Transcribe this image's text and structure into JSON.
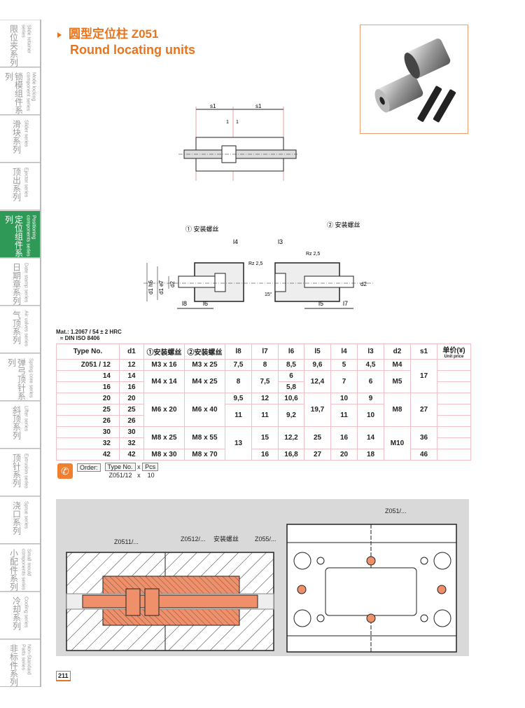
{
  "sidebar": {
    "items": [
      {
        "zh": "限位夹系列",
        "en": "Slide retainer series"
      },
      {
        "zh": "锁模组件系列",
        "en": "Mode locking component series"
      },
      {
        "zh": "滑块系列",
        "en": "Slider series"
      },
      {
        "zh": "顶出系列",
        "en": "Ejector series"
      },
      {
        "zh": "定位组件系列",
        "en": "Positioning components series",
        "active": true
      },
      {
        "zh": "日期章系列",
        "en": "Date stamp series"
      },
      {
        "zh": "气顶系列",
        "en": "Air valves series"
      },
      {
        "zh": "弹弓顶针系列",
        "en": "Spring core series"
      },
      {
        "zh": "斜顶系列",
        "en": "Lifter series"
      },
      {
        "zh": "顶针系列",
        "en": "Extrusion series"
      },
      {
        "zh": "浇口系列",
        "en": "Sprue series"
      },
      {
        "zh": "小配件系列",
        "en": "Small mould components series"
      },
      {
        "zh": "冷却系列",
        "en": "Cooling series"
      },
      {
        "zh": "非标件系列",
        "en": "Non-Standard Parts series"
      }
    ]
  },
  "header": {
    "title_zh": "圆型定位柱 Z051",
    "title_en": "Round locating units",
    "accent": "#e8741e"
  },
  "drawing_labels": {
    "s1a": "s1",
    "s1b": "s1",
    "one_a": "1",
    "one_b": "1",
    "screw1": "① 安装螺丝",
    "screw2": "② 安装螺丝",
    "l4": "l4",
    "l3": "l3",
    "rz1": "Rz 2,5",
    "rz2": "Rz 2,5",
    "d1": "d1 h6",
    "d1b": "d1 e7",
    "d2a": "d2",
    "d2b": "d2",
    "l8": "l8",
    "l6": "l6",
    "l5": "l5",
    "l7": "l7",
    "angle": "15°"
  },
  "material": {
    "line1": "Mat.: 1.2067 / 54 ± 2 HRC",
    "line2": "≈ DIN ISO 8406"
  },
  "table": {
    "headers": [
      "Type No.",
      "d1",
      "①安装螺丝",
      "②安装螺丝",
      "l8",
      "l7",
      "l6",
      "l5",
      "l4",
      "l3",
      "d2",
      "s1",
      "单价(¥)"
    ],
    "price_sub": "Unit price",
    "rows": [
      [
        {
          "v": "Z051 / 12",
          "tn": 1
        },
        {
          "v": "12"
        },
        {
          "v": "M3 x 16"
        },
        {
          "v": "M3 x 25"
        },
        {
          "v": "7,5"
        },
        {
          "v": "8"
        },
        {
          "v": "8,5"
        },
        {
          "v": "9,6"
        },
        {
          "v": "5"
        },
        {
          "v": "4,5"
        },
        {
          "v": "M4"
        },
        {
          "v": "17",
          "rs": 3
        },
        {
          "v": ""
        }
      ],
      [
        {
          "v": "14",
          "tn": 1
        },
        {
          "v": "14"
        },
        {
          "v": "M4 x 14",
          "rs": 2
        },
        {
          "v": "M4 x 25",
          "rs": 2
        },
        {
          "v": "8",
          "rs": 2
        },
        {
          "v": "7,5",
          "rs": 2
        },
        {
          "v": "6"
        },
        {
          "v": "12,4",
          "rs": 2
        },
        {
          "v": "7",
          "rs": 2
        },
        {
          "v": "6",
          "rs": 2
        },
        {
          "v": "M5",
          "rs": 2
        },
        {
          "v": ""
        }
      ],
      [
        {
          "v": "16",
          "tn": 1
        },
        {
          "v": "16"
        },
        {
          "v": "5,8"
        },
        {
          "v": ""
        }
      ],
      [
        {
          "v": "20",
          "tn": 1
        },
        {
          "v": "20"
        },
        {
          "v": "M6 x 20",
          "rs": 3
        },
        {
          "v": "M6 x 40",
          "rs": 3
        },
        {
          "v": "9,5"
        },
        {
          "v": "12"
        },
        {
          "v": "10,6"
        },
        {
          "v": "19,7",
          "rs": 3
        },
        {
          "v": "10"
        },
        {
          "v": "9"
        },
        {
          "v": "M8",
          "rs": 3
        },
        {
          "v": "27",
          "rs": 3
        },
        {
          "v": ""
        }
      ],
      [
        {
          "v": "25",
          "tn": 1
        },
        {
          "v": "25"
        },
        {
          "v": "11",
          "rs": 2
        },
        {
          "v": "11",
          "rs": 2
        },
        {
          "v": "9,2",
          "rs": 2
        },
        {
          "v": "11",
          "rs": 2
        },
        {
          "v": "10",
          "rs": 2
        },
        {
          "v": ""
        }
      ],
      [
        {
          "v": "26",
          "tn": 1
        },
        {
          "v": "26"
        },
        {
          "v": ""
        }
      ],
      [
        {
          "v": "30",
          "tn": 1
        },
        {
          "v": "30"
        },
        {
          "v": "M8 x 25",
          "rs": 2
        },
        {
          "v": "M8 x 55",
          "rs": 2
        },
        {
          "v": "13",
          "rs": 3
        },
        {
          "v": "15",
          "rs": 2
        },
        {
          "v": "12,2",
          "rs": 2
        },
        {
          "v": "25",
          "rs": 2
        },
        {
          "v": "16",
          "rs": 2
        },
        {
          "v": "14",
          "rs": 2
        },
        {
          "v": "M10",
          "rs": 3
        },
        {
          "v": "36",
          "rs": 2
        },
        {
          "v": ""
        }
      ],
      [
        {
          "v": "32",
          "tn": 1
        },
        {
          "v": "32"
        },
        {
          "v": ""
        }
      ],
      [
        {
          "v": "42",
          "tn": 1
        },
        {
          "v": "42"
        },
        {
          "v": "M8 x 30"
        },
        {
          "v": "M8 x 70"
        },
        {
          "v": "16"
        },
        {
          "v": "16,8"
        },
        {
          "v": "27"
        },
        {
          "v": "20"
        },
        {
          "v": "18"
        },
        {
          "v": "46"
        },
        {
          "v": ""
        }
      ]
    ]
  },
  "order": {
    "label": "Order:",
    "type_label": "Type No.",
    "x1": "x",
    "pcs_label": "Pcs",
    "example_type": "Z051/12",
    "x2": "x",
    "example_pcs": "10",
    "icon": "phone-icon"
  },
  "application": {
    "label1": "Z0511/...",
    "label2": "Z0512/...",
    "label3": "安装螺丝",
    "label4": "Z055/...",
    "label5": "Z051/...",
    "part_color": "#f0906a"
  },
  "page_number": "211"
}
